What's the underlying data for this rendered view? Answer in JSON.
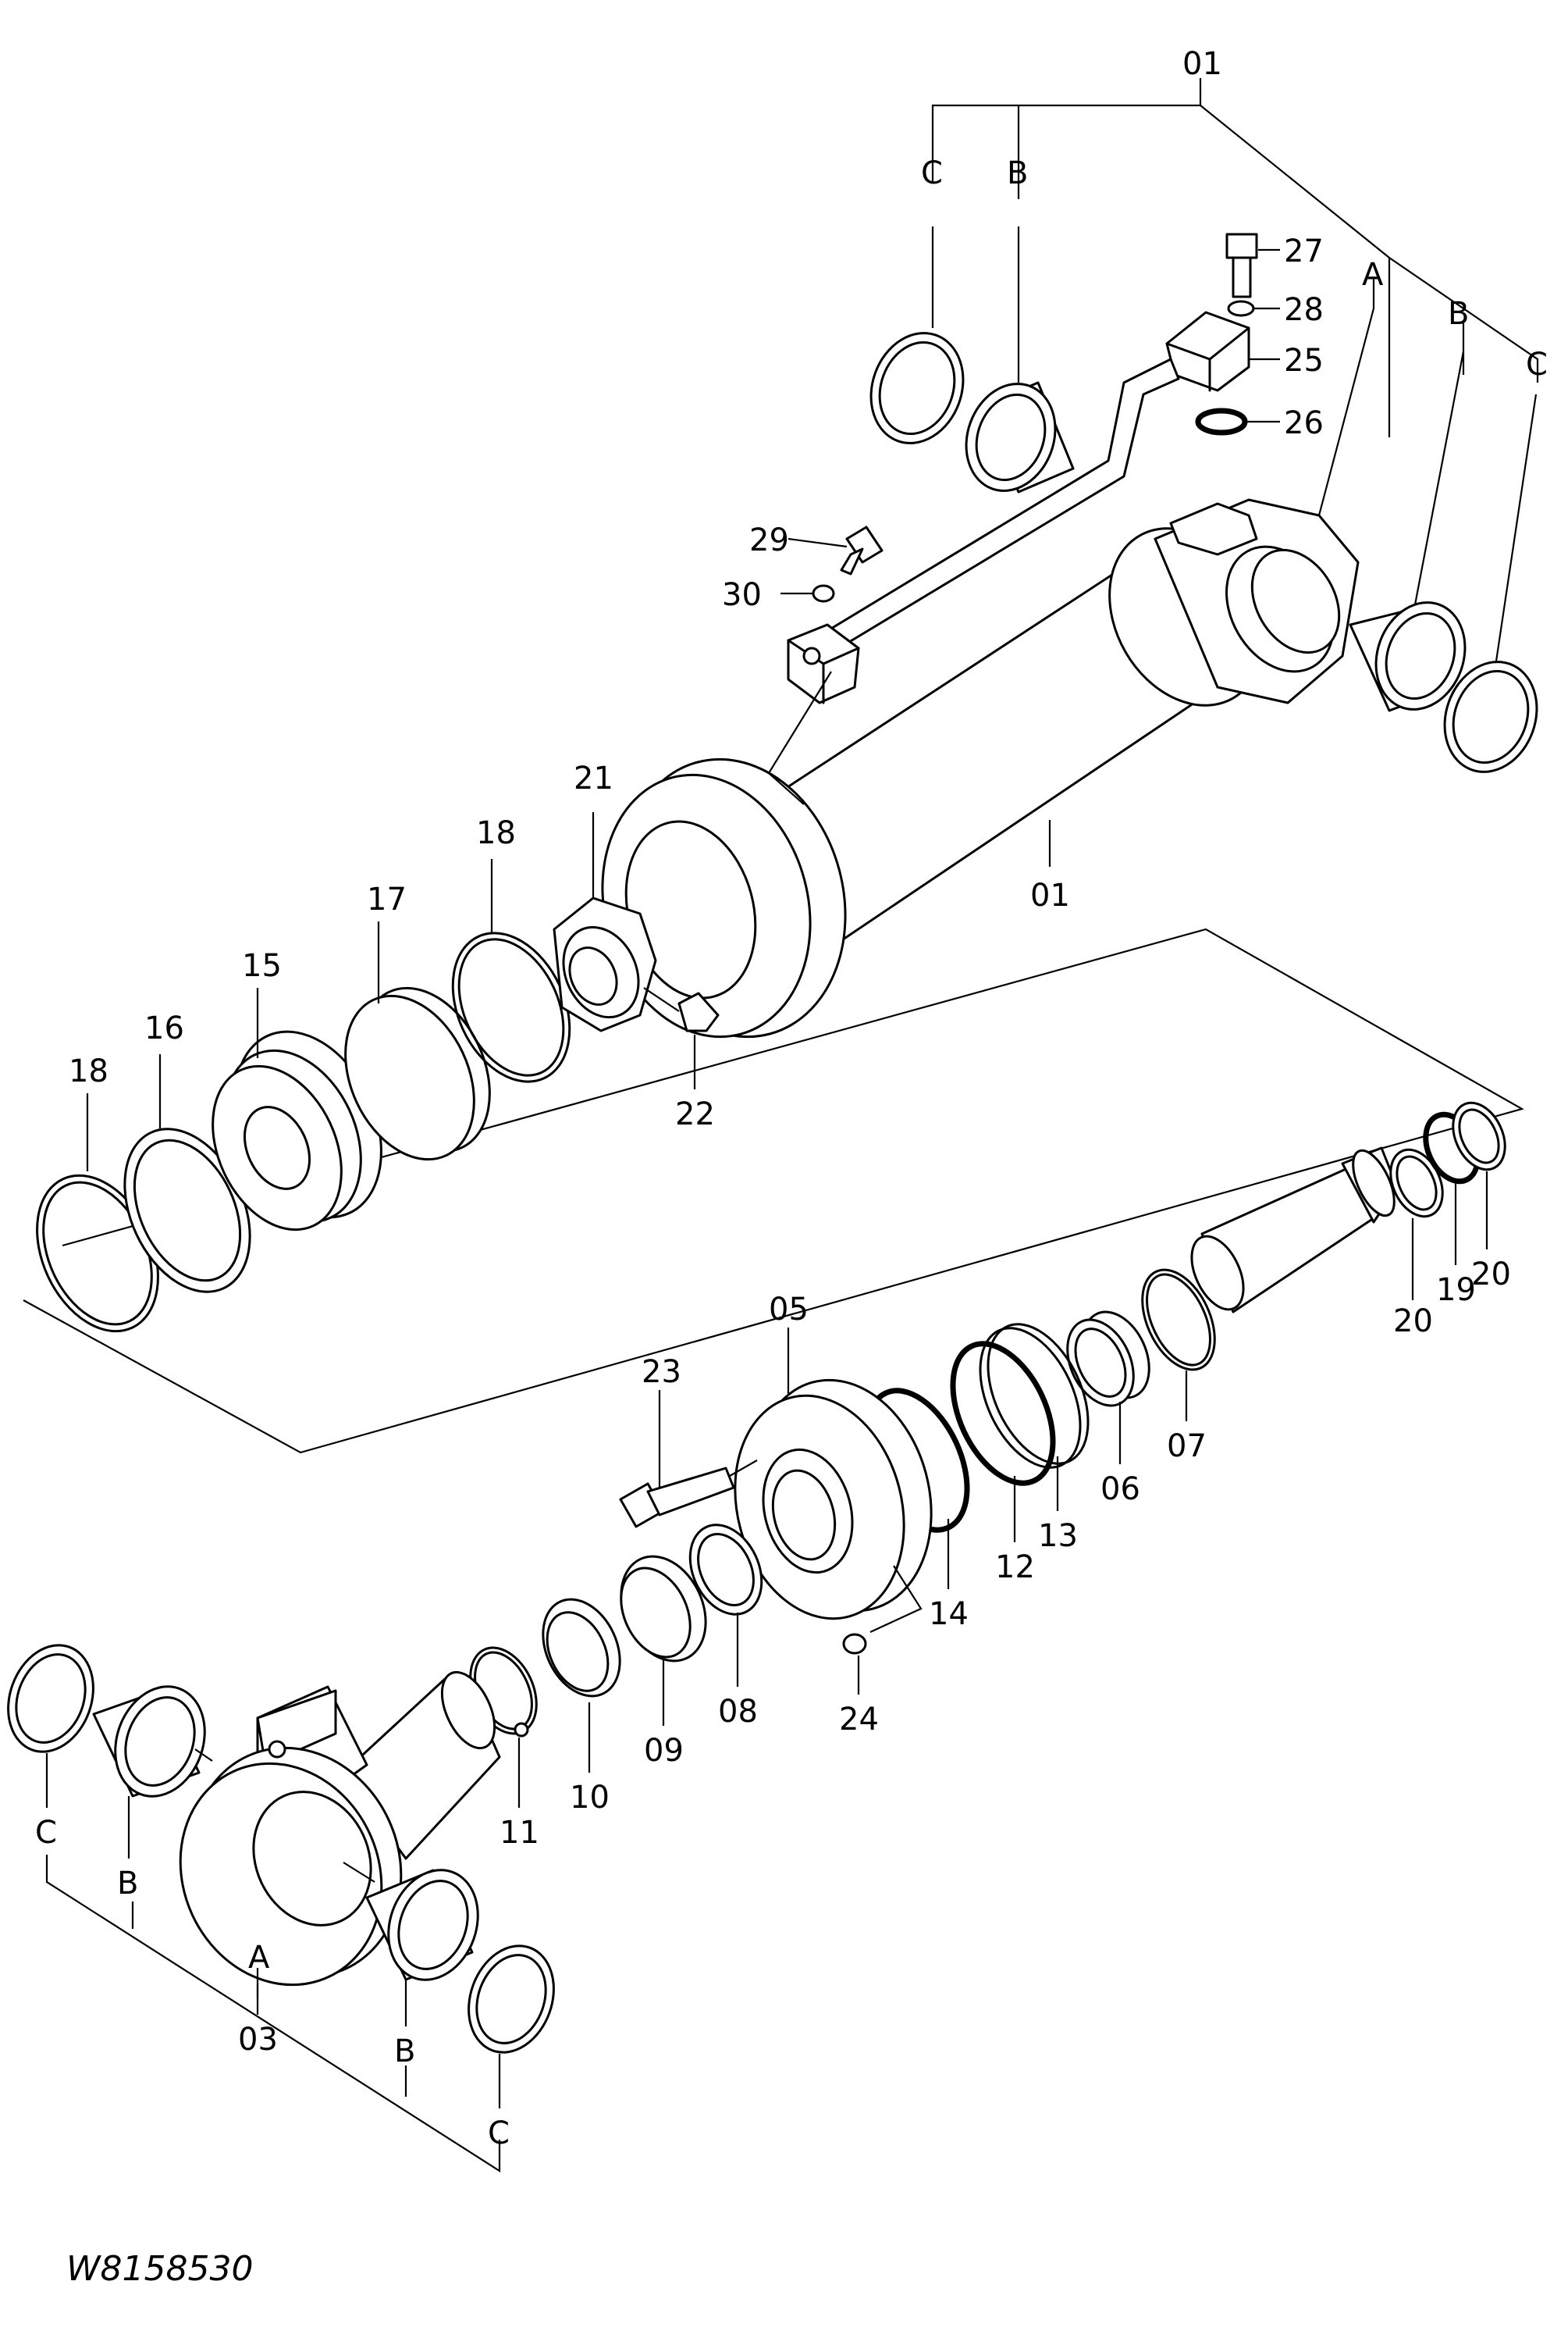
{
  "diagram_code": "W8158530",
  "labels": {
    "p01_top": "01",
    "p01_body": "01",
    "p03": "03",
    "p05": "05",
    "p06": "06",
    "p07": "07",
    "p08": "08",
    "p09": "09",
    "p10": "10",
    "p11": "11",
    "p12": "12",
    "p13": "13",
    "p14": "14",
    "p15": "15",
    "p16": "16",
    "p17": "17",
    "p18_left": "18",
    "p18_mid": "18",
    "p19": "19",
    "p20_left": "20",
    "p20_right": "20",
    "p21": "21",
    "p22": "22",
    "p23": "23",
    "p24": "24",
    "p25": "25",
    "p26": "26",
    "p27": "27",
    "p28": "28",
    "p29": "29",
    "p30": "30",
    "sub_a_top": "A",
    "sub_b_top_left": "B",
    "sub_c_top_left": "C",
    "sub_b_top_right": "B",
    "sub_c_top_right": "C",
    "sub_a_bottom": "A",
    "sub_b_bottom_left": "B",
    "sub_c_bottom_left": "C",
    "sub_b_bottom_right": "B",
    "sub_c_bottom_right": "C"
  }
}
